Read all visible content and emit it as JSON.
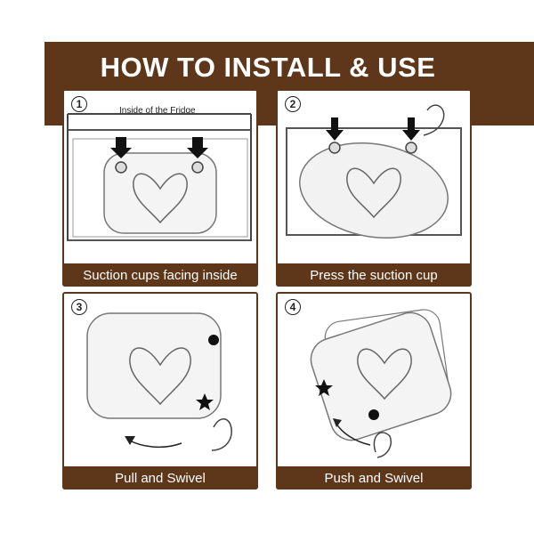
{
  "title": "HOW TO INSTALL & USE",
  "steps": [
    {
      "number": "1",
      "caption": "Suction cups facing inside",
      "label": "Inside of the Fridge"
    },
    {
      "number": "2",
      "caption": "Press the suction cup"
    },
    {
      "number": "3",
      "caption": "Pull and Swivel"
    },
    {
      "number": "4",
      "caption": "Push and Swivel"
    }
  ],
  "colors": {
    "brand": "#5e3619",
    "line": "#666666"
  }
}
